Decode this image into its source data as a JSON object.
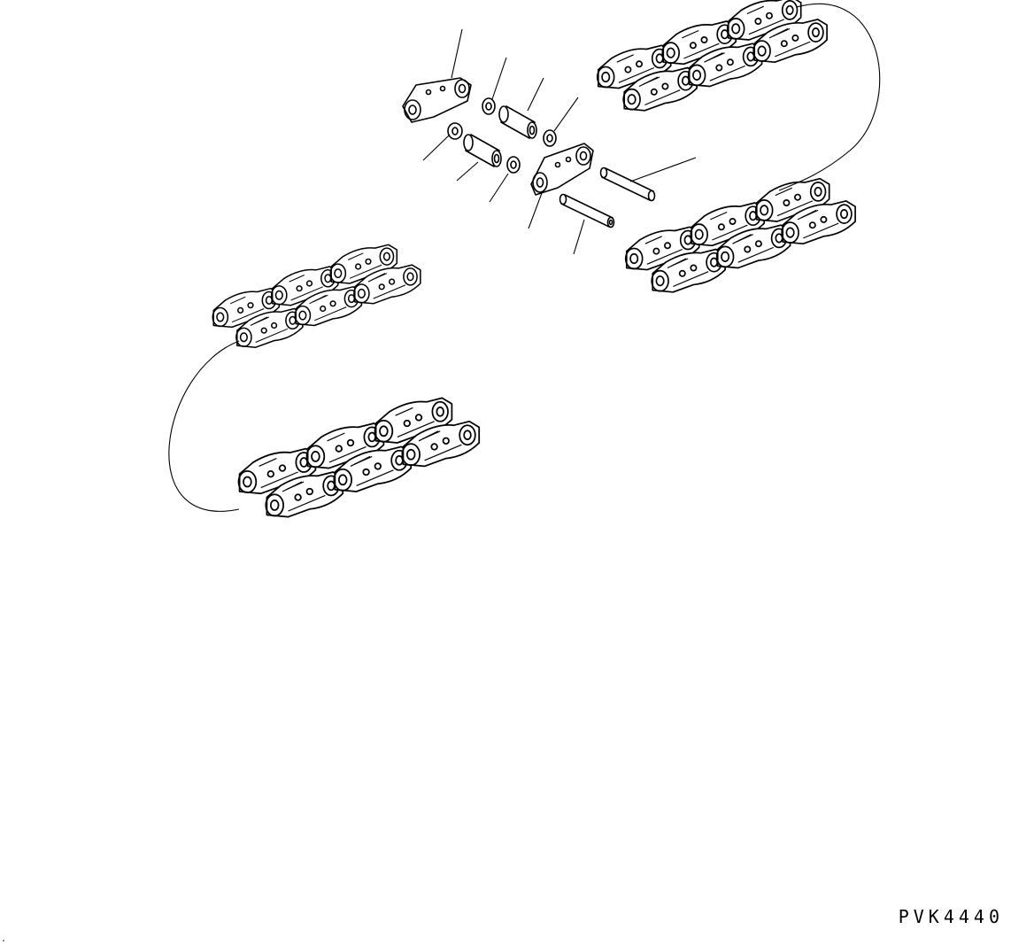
{
  "drawing": {
    "code": "PVK4440",
    "background": "#ffffff",
    "line_color": "#000000",
    "parts": [
      {
        "name": "track-link",
        "icon": "track-link-icon"
      },
      {
        "name": "seal",
        "icon": "seal-ring-icon"
      },
      {
        "name": "bushing",
        "icon": "bushing-icon"
      },
      {
        "name": "pin",
        "icon": "pin-icon"
      },
      {
        "name": "track-chain-assembly",
        "icon": "track-chain-icon"
      }
    ]
  }
}
